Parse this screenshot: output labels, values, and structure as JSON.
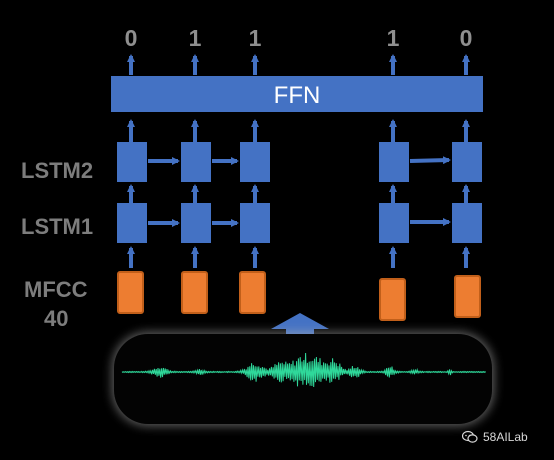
{
  "outputs": [
    "0",
    "1",
    "1",
    "1",
    "0"
  ],
  "ffn": {
    "label": "FFN"
  },
  "layers": {
    "lstm2": "LSTM2",
    "lstm1": "LSTM1",
    "mfcc_line1": "MFCC",
    "mfcc_line2": "40"
  },
  "watermark": {
    "text": "58AILab",
    "icon": "wechat-icon"
  },
  "colors": {
    "background": "#000000",
    "block": "#4472c4",
    "mfcc": "#ed7d31",
    "waveform": "#2fd89a",
    "label": "#808080"
  }
}
